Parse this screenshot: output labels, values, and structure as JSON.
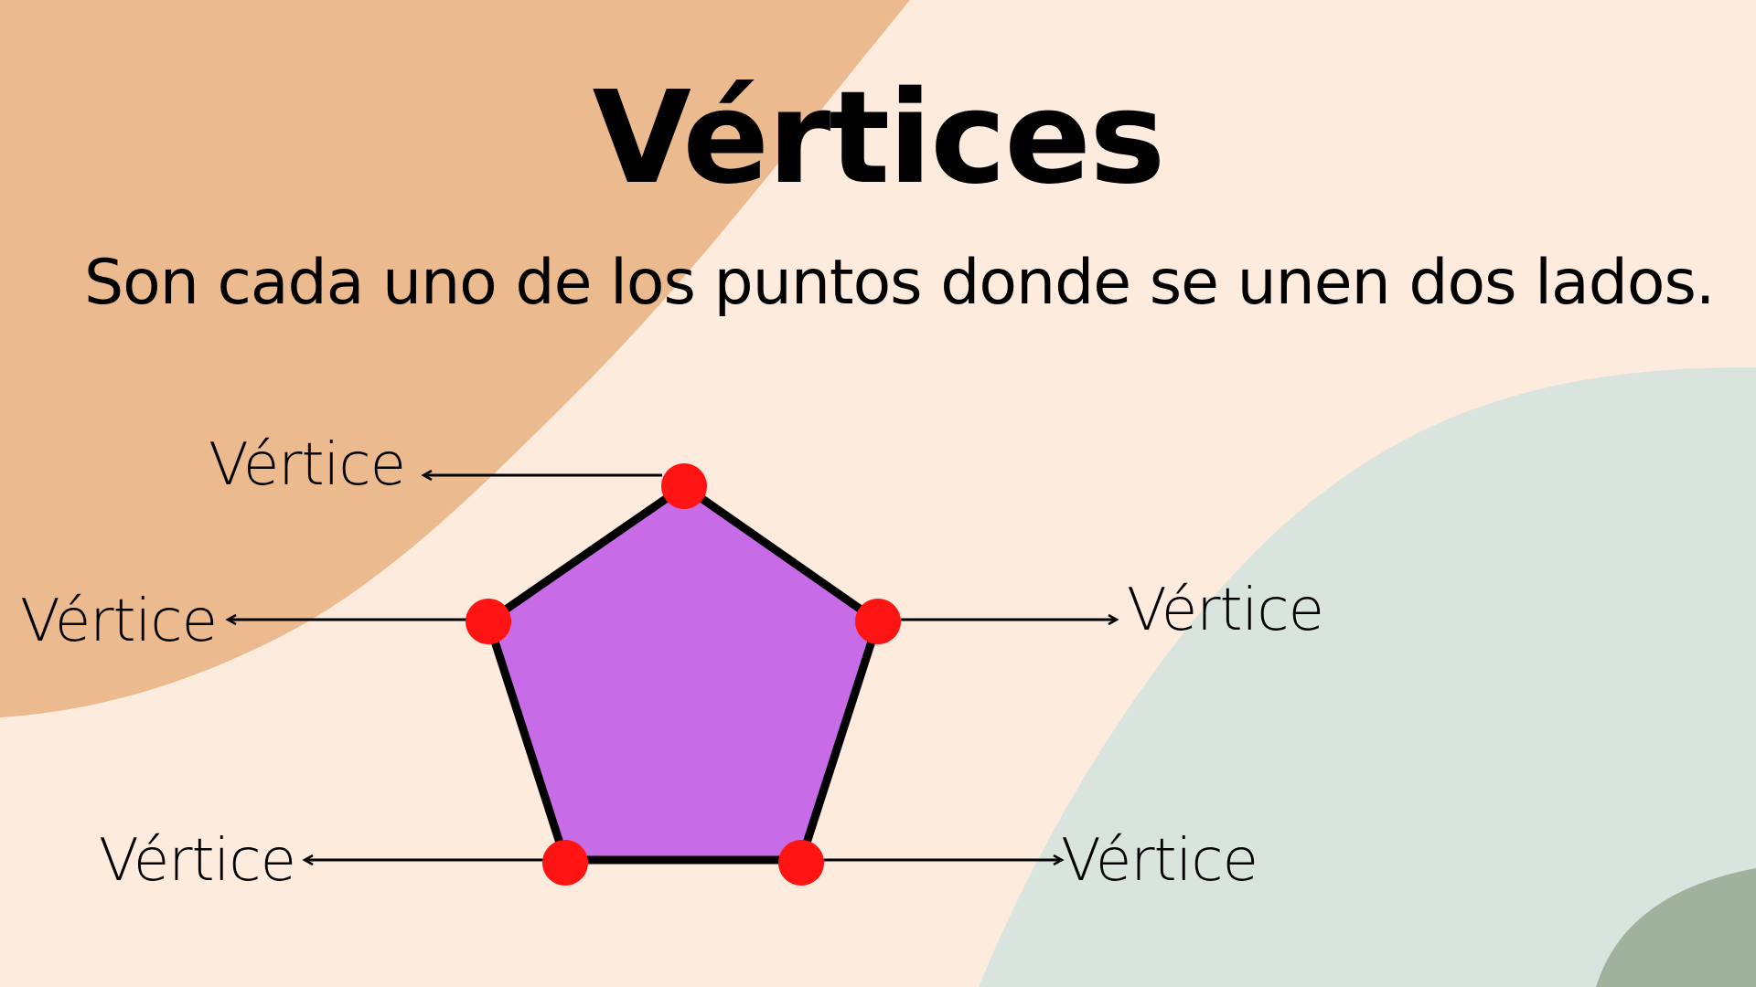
{
  "slide": {
    "title": "Vértices",
    "subtitle": "Son cada uno de los puntos donde se unen dos lados."
  },
  "diagram": {
    "shape": "pentagon",
    "labels": [
      "Vértice",
      "Vértice",
      "Vértice",
      "Vértice",
      "Vértice"
    ]
  },
  "colors": {
    "background": "#fdebdd",
    "blob_orange": "#ebba8f",
    "blob_sage": "#dae4df",
    "blob_green": "#a0b29d",
    "pentagon_fill": "#c86be6",
    "pentagon_stroke": "#000000",
    "vertex_dot": "#ff1414"
  }
}
